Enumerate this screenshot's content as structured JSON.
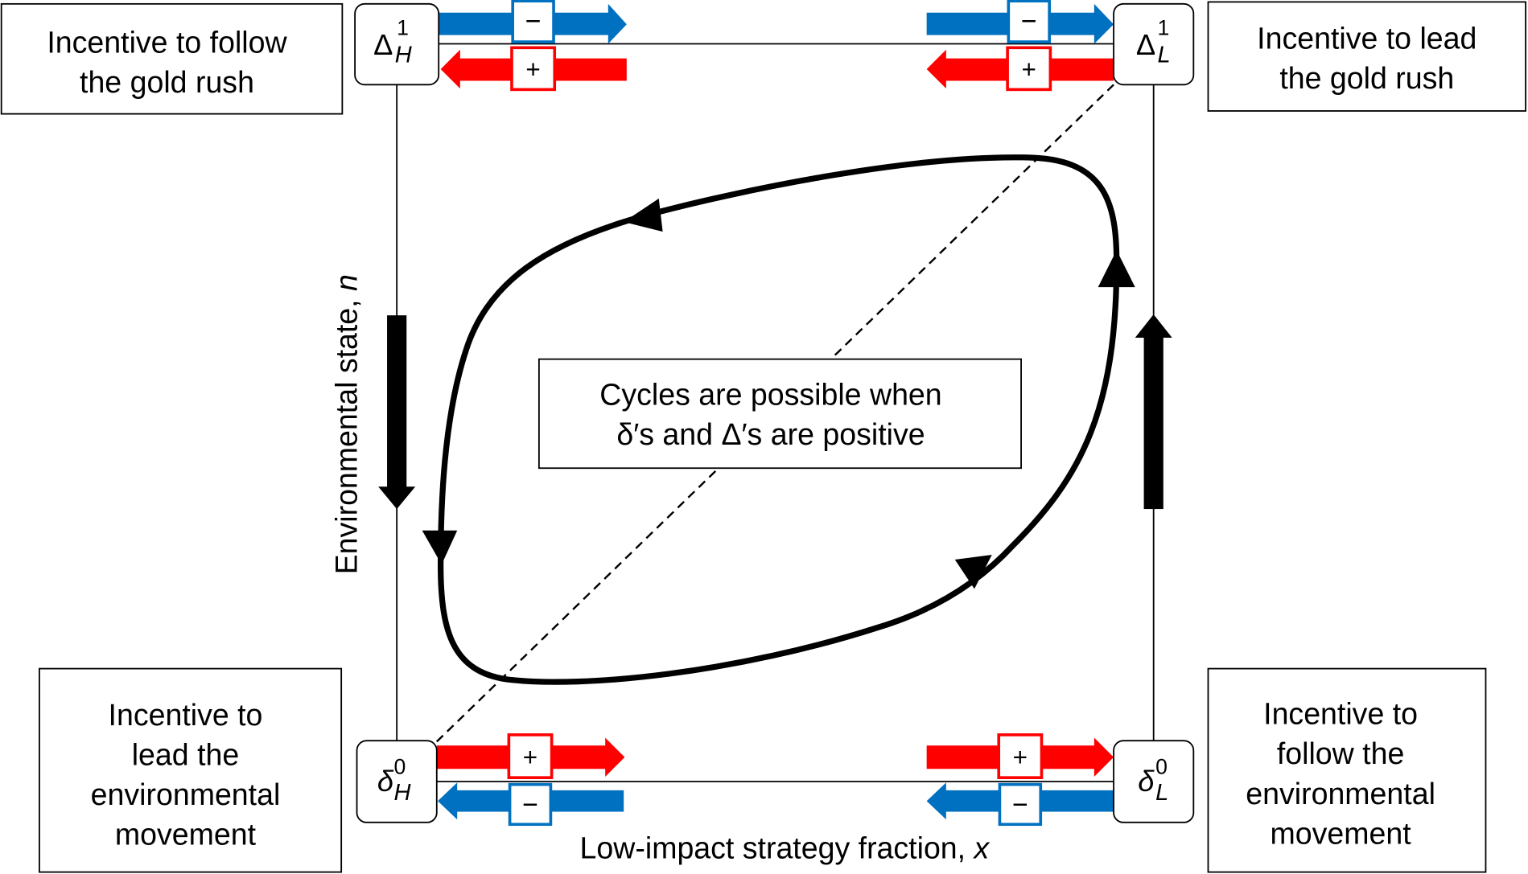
{
  "labels": {
    "top_left": [
      "Incentive to follow",
      "the gold rush"
    ],
    "top_right": [
      "Incentive to lead",
      "the gold rush"
    ],
    "bottom_left": [
      "Incentive to",
      "lead the",
      "environmental",
      "movement"
    ],
    "bottom_right": [
      "Incentive to",
      "follow the",
      "environmental",
      "movement"
    ],
    "center": [
      "Cycles are possible when",
      "δ′s and Δ′s are positive"
    ]
  },
  "axes": {
    "y_label": "Environmental state, ",
    "y_var": "n",
    "x_label": "Low-impact strategy fraction, ",
    "x_var": "x"
  },
  "nodes": {
    "top_left": {
      "symbol": "Δ",
      "sup": "1",
      "sub": "H"
    },
    "top_right": {
      "symbol": "Δ",
      "sup": "1",
      "sub": "L"
    },
    "bottom_left": {
      "symbol": "δ",
      "sup": "0",
      "sub": "H"
    },
    "bottom_right": {
      "symbol": "δ",
      "sup": "0",
      "sub": "L"
    }
  },
  "signs": {
    "plus": "+",
    "minus": "−"
  },
  "colors": {
    "blue": "#0070c0",
    "red": "#ff0000",
    "black": "#000000"
  }
}
